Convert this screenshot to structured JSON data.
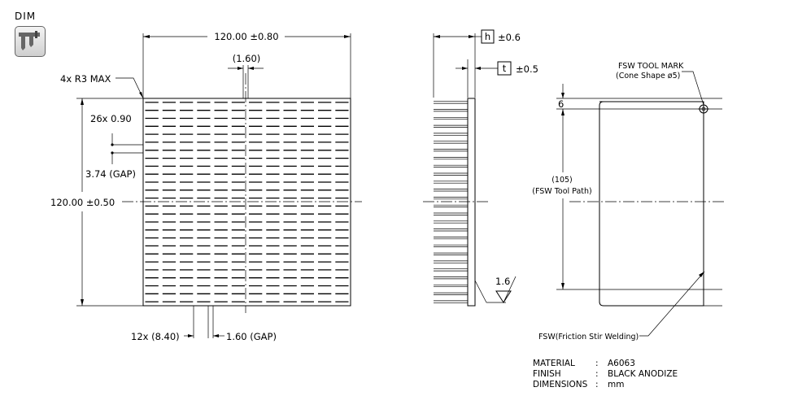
{
  "dim_tab": {
    "label": "DIM",
    "icon": "caliper-icon"
  },
  "front_view": {
    "width_dim": "120.00 ±0.80",
    "fin_thickness_ref": "(1.60)",
    "corner_radius": "4x R3 MAX",
    "fin_rows": "26x 0.90",
    "row_gap": "3.74 (GAP)",
    "height_dim": "120.00 ±0.50",
    "fin_columns": "12x (8.40)",
    "column_gap": "1.60 (GAP)"
  },
  "side_view": {
    "h_label": "h",
    "h_tol": "±0.6",
    "t_label": "t",
    "t_tol": "±0.5",
    "surface_roughness": "1.6"
  },
  "rear_view": {
    "tool_mark_title": "FSW TOOL MARK",
    "tool_mark_detail": "(Cone Shape ø5)",
    "offset_dim": "6",
    "tool_path_value": "(105)",
    "tool_path_label": "(FSW Tool Path)",
    "fsw_note": "FSW(Friction Stir Welding)"
  },
  "spec_table": [
    {
      "key": "MATERIAL",
      "sep": ":",
      "value": "A6063"
    },
    {
      "key": "FINISH",
      "sep": ":",
      "value": "BLACK ANODIZE"
    },
    {
      "key": "DIMENSIONS",
      "sep": ":",
      "value": "mm"
    }
  ]
}
